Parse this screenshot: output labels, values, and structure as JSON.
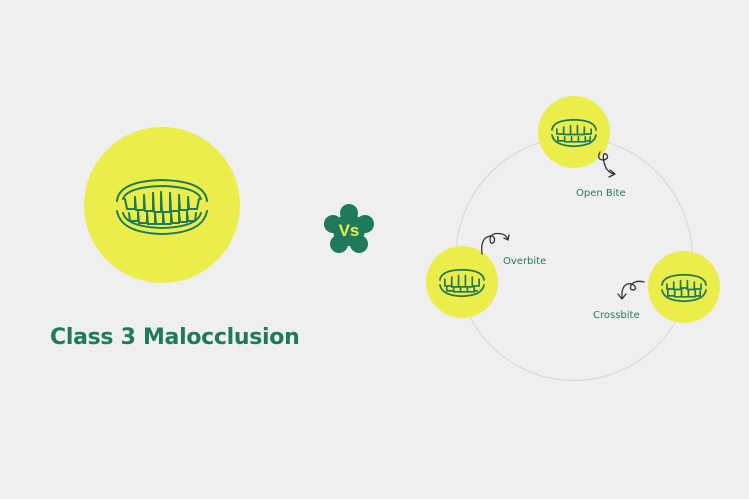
{
  "title": "Class 3 Malocclusion",
  "vs_label": "Vs",
  "alternatives": [
    {
      "key": "open-bite",
      "label": "Open Bite"
    },
    {
      "key": "overbite",
      "label": "Overbite"
    },
    {
      "key": "crossbite",
      "label": "Crossbite"
    }
  ],
  "colors": {
    "background": "#efefef",
    "accent_yellow": "#ebed4b",
    "brand_green": "#1f7a5a",
    "orbit_line": "#d6d6d6"
  },
  "icons": {
    "teeth": "teeth-icon",
    "vs_badge": "flower-badge-icon",
    "arrow": "curly-arrow-icon"
  }
}
